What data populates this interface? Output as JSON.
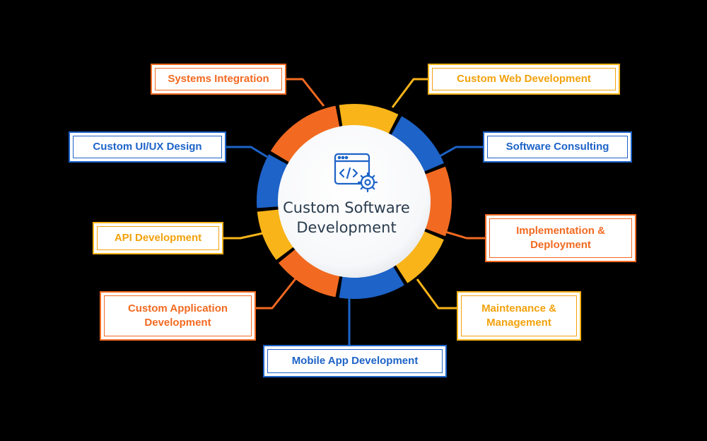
{
  "center": {
    "title_line1": "Custom Software",
    "title_line2": "Development",
    "icon": "code-window-gear-icon"
  },
  "services": [
    {
      "line1": "Systems Integration",
      "line2": "",
      "color": "#f26a21"
    },
    {
      "line1": "Custom Web Development",
      "line2": "",
      "color": "#f8b418"
    },
    {
      "line1": "Custom UI/UX Design",
      "line2": "",
      "color": "#1d63c8"
    },
    {
      "line1": "Software Consulting",
      "line2": "",
      "color": "#1d63c8"
    },
    {
      "line1": "API Development",
      "line2": "",
      "color": "#f8b418"
    },
    {
      "line1": "Implementation &",
      "line2": "Deployment",
      "color": "#f26a21"
    },
    {
      "line1": "Custom Application",
      "line2": "Development",
      "color": "#f26a21"
    },
    {
      "line1": "Maintenance &",
      "line2": "Management",
      "color": "#f8b418"
    },
    {
      "line1": "Mobile App Development",
      "line2": "",
      "color": "#1d63c8"
    }
  ],
  "palette": {
    "orange": "#f26a21",
    "yellow": "#f8b418",
    "blue": "#1d63c8",
    "background": "#000000",
    "hub": "#ffffff",
    "text": "#2a3c4e"
  }
}
